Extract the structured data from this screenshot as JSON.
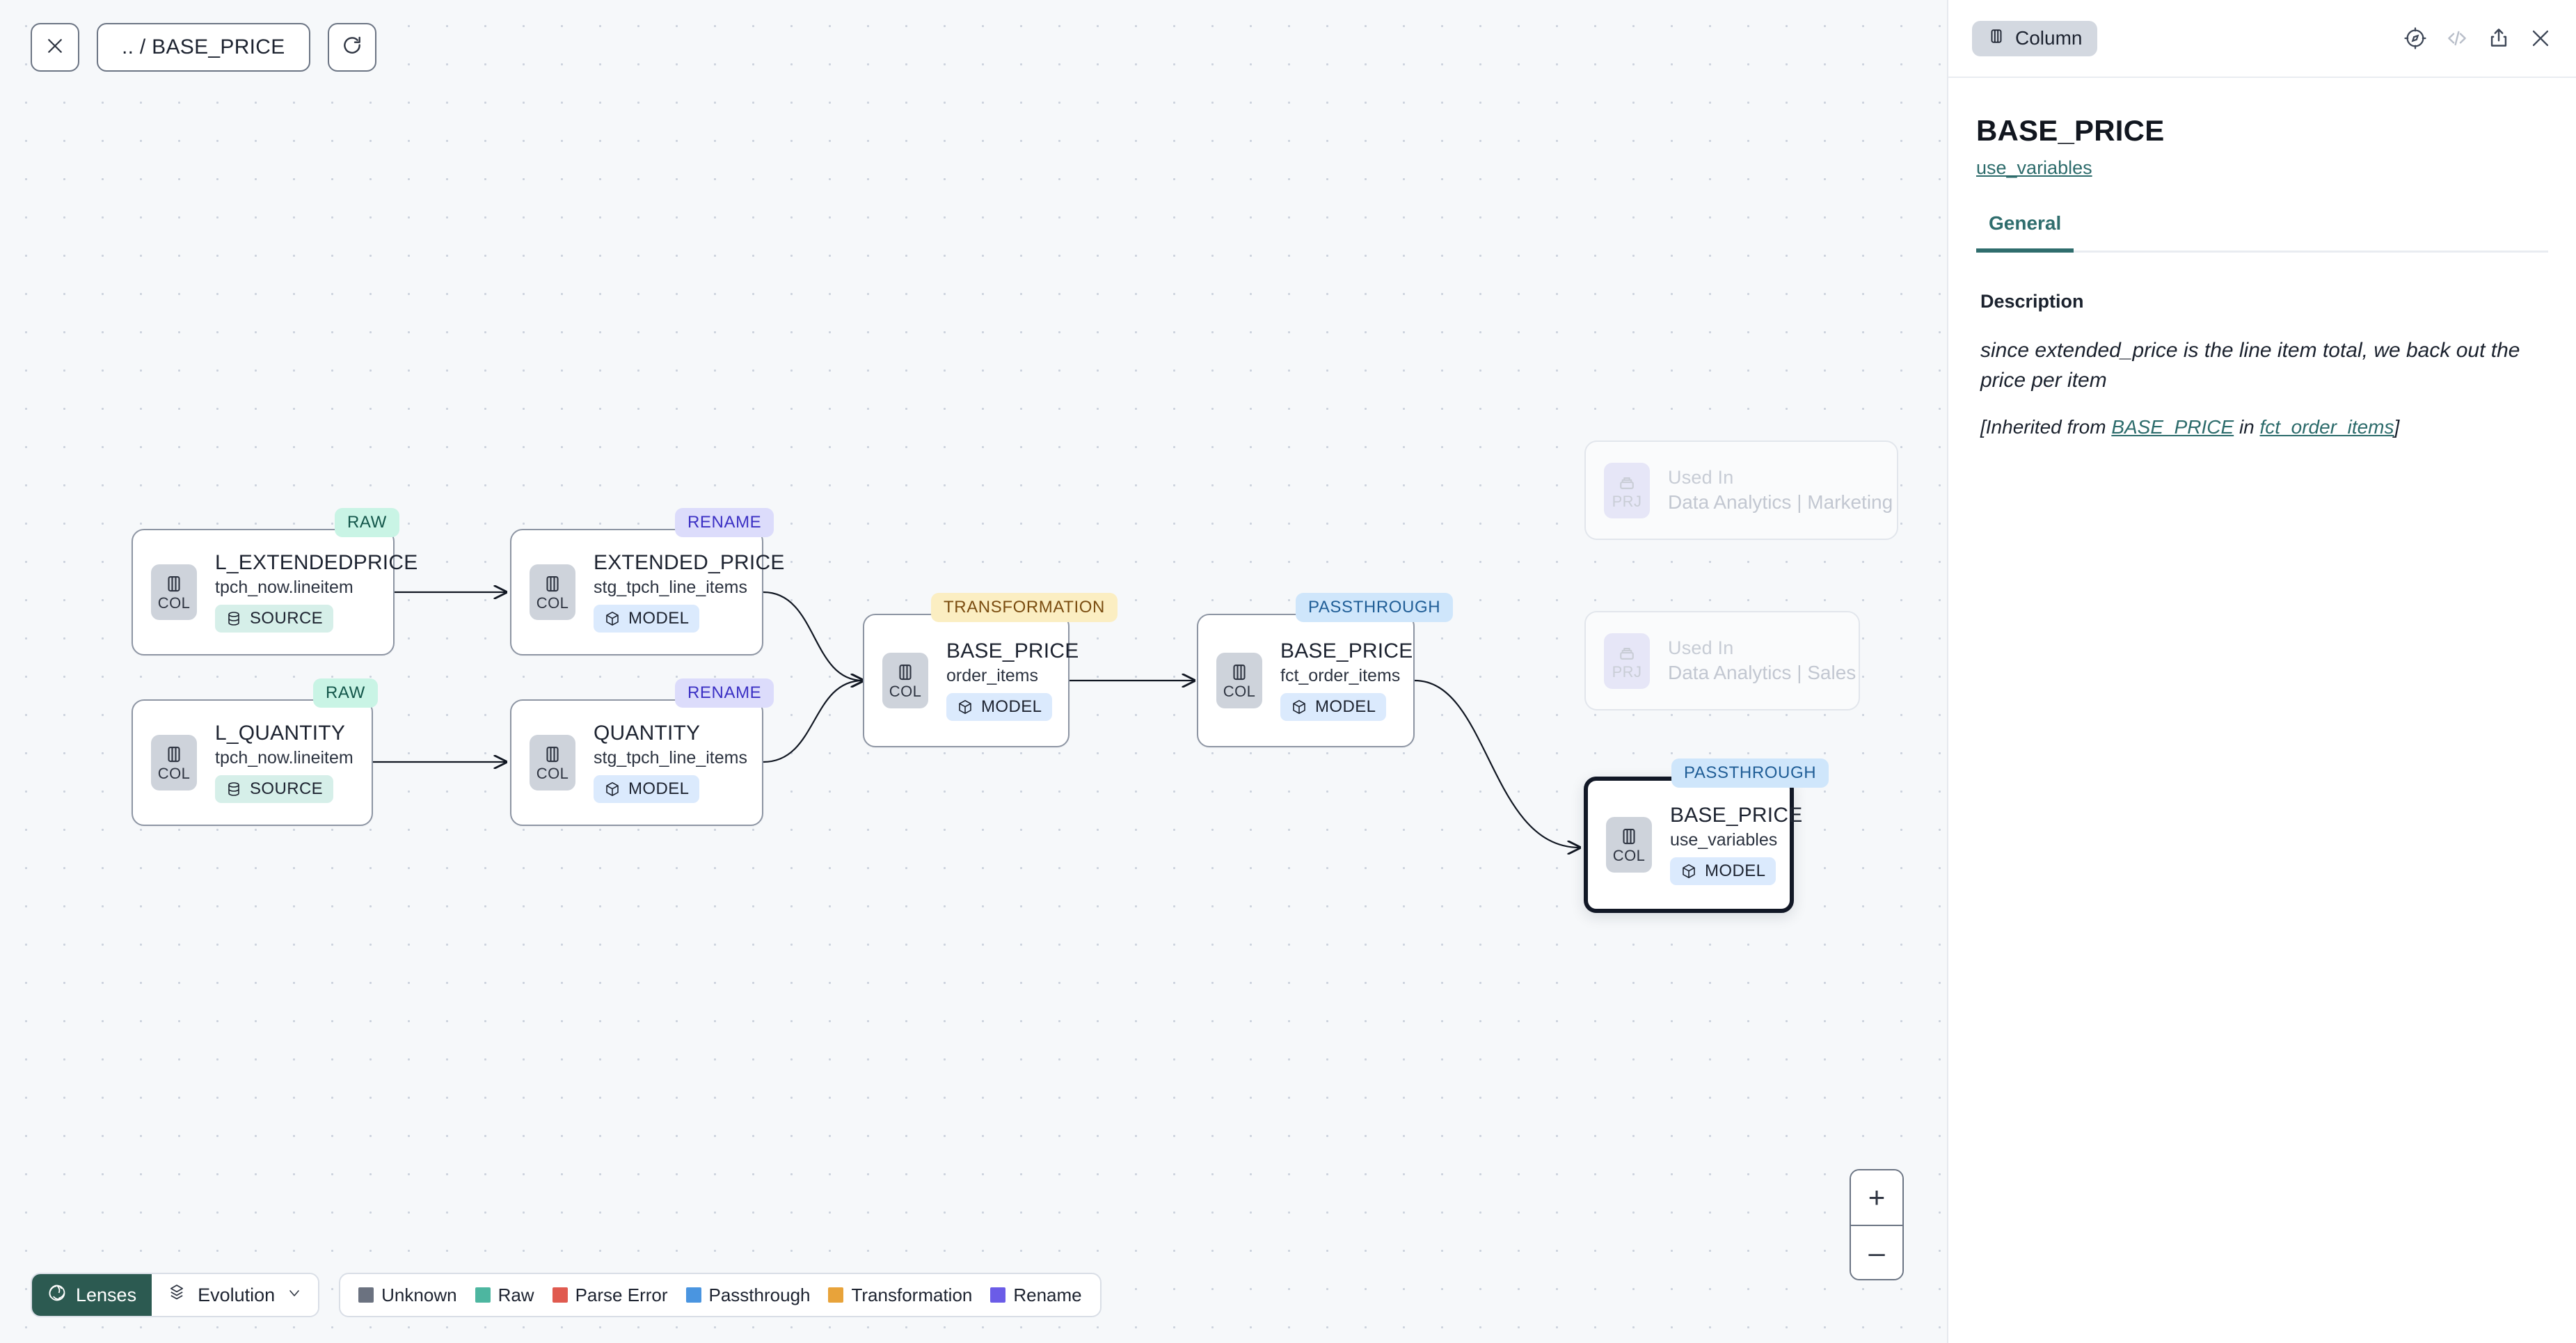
{
  "toolbar": {
    "close_icon": "close-icon",
    "breadcrumb": ".. / BASE_PRICE",
    "refresh_icon": "refresh-icon"
  },
  "graph": {
    "nodes": [
      {
        "id": "l_extendedprice",
        "lens": "RAW",
        "lens_kind": "raw",
        "tag": "COL",
        "title": "L_EXTENDEDPRICE",
        "subtitle": "tpch_now.lineitem",
        "badge": "SOURCE",
        "badge_kind": "source",
        "badge_icon": "database-icon"
      },
      {
        "id": "l_quantity",
        "lens": "RAW",
        "lens_kind": "raw",
        "tag": "COL",
        "title": "L_QUANTITY",
        "subtitle": "tpch_now.lineitem",
        "badge": "SOURCE",
        "badge_kind": "source",
        "badge_icon": "database-icon"
      },
      {
        "id": "extended_price",
        "lens": "RENAME",
        "lens_kind": "rename",
        "tag": "COL",
        "title": "EXTENDED_PRICE",
        "subtitle": "stg_tpch_line_items",
        "badge": "MODEL",
        "badge_kind": "model",
        "badge_icon": "cube-icon"
      },
      {
        "id": "quantity",
        "lens": "RENAME",
        "lens_kind": "rename",
        "tag": "COL",
        "title": "QUANTITY",
        "subtitle": "stg_tpch_line_items",
        "badge": "MODEL",
        "badge_kind": "model",
        "badge_icon": "cube-icon"
      },
      {
        "id": "base_price_order_items",
        "lens": "TRANSFORMATION",
        "lens_kind": "transformation",
        "tag": "COL",
        "title": "BASE_PRICE",
        "subtitle": "order_items",
        "badge": "MODEL",
        "badge_kind": "model",
        "badge_icon": "cube-icon"
      },
      {
        "id": "base_price_fct_order_items",
        "lens": "PASSTHROUGH",
        "lens_kind": "passthrough",
        "tag": "COL",
        "title": "BASE_PRICE",
        "subtitle": "fct_order_items",
        "badge": "MODEL",
        "badge_kind": "model",
        "badge_icon": "cube-icon"
      },
      {
        "id": "base_price_use_variables",
        "lens": "PASSTHROUGH",
        "lens_kind": "passthrough",
        "tag": "COL",
        "title": "BASE_PRICE",
        "subtitle": "use_variables",
        "badge": "MODEL",
        "badge_kind": "model",
        "badge_icon": "cube-icon",
        "selected": true
      }
    ],
    "used_in_nodes": [
      {
        "id": "used_in_marketing",
        "tag": "PRJ",
        "title": "Used In",
        "subtitle": "Data Analytics | Marketing"
      },
      {
        "id": "used_in_sales",
        "tag": "PRJ",
        "title": "Used In",
        "subtitle": "Data Analytics | Sales"
      }
    ]
  },
  "bottom": {
    "lenses_label": "Lenses",
    "lenses_icon": "aperture-icon",
    "evolution_label": "Evolution",
    "evolution_icon": "layers-icon",
    "evolution_chevron": "chevron-down-icon",
    "legend": [
      {
        "label": "Unknown",
        "color": "#6b7280"
      },
      {
        "label": "Raw",
        "color": "#4db6a0"
      },
      {
        "label": "Parse Error",
        "color": "#e05a4f"
      },
      {
        "label": "Passthrough",
        "color": "#4a95e0"
      },
      {
        "label": "Transformation",
        "color": "#e8a33a"
      },
      {
        "label": "Rename",
        "color": "#6b5ce7"
      }
    ]
  },
  "zoom_controls": {
    "zoom_in": "+",
    "zoom_out": "–"
  },
  "panel": {
    "chip_label": "Column",
    "chip_icon": "column-icon",
    "icons": [
      {
        "name": "compass-icon"
      },
      {
        "name": "code-icon"
      },
      {
        "name": "share-icon"
      },
      {
        "name": "close-icon"
      }
    ],
    "title": "BASE_PRICE",
    "parent_link": "use_variables",
    "tabs": [
      {
        "label": "General",
        "active": true
      }
    ],
    "description_label": "Description",
    "description_text": "since extended_price is the line item total, we back out the price per item",
    "inherited_prefix": "[Inherited from ",
    "inherited_column": "BASE_PRICE",
    "inherited_middle": " in ",
    "inherited_model": "fct_order_items",
    "inherited_suffix": "]"
  },
  "colors": {
    "canvas_bg": "#f6f8fa",
    "accent_teal": "#2c6b6b",
    "lenses_bg": "#2c5a51",
    "selected_border": "#121826"
  }
}
